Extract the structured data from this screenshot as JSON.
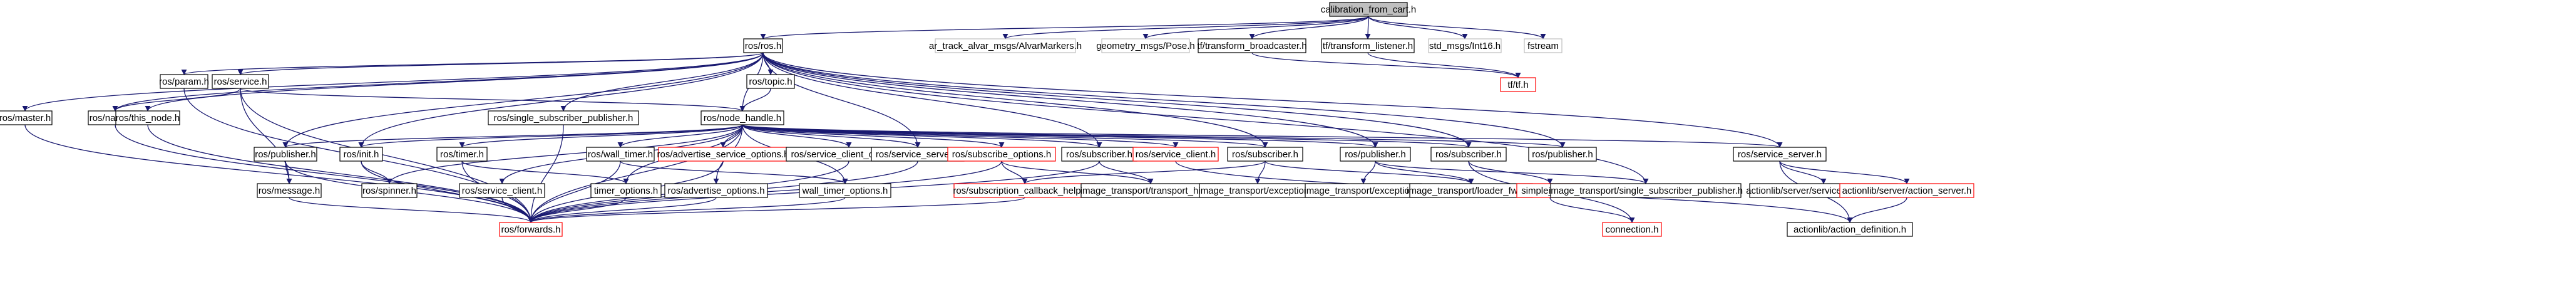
{
  "diagram": {
    "type": "include-dependency-graph",
    "colors": {
      "edge": "#191970",
      "root_fill": "#bfbfbf",
      "node_border": "#000000",
      "missing_border": "#bfbfbf",
      "truncated_border": "#ff0000"
    },
    "nodes": [
      {
        "id": "root",
        "label": "calibration_from_cart.h",
        "kind": "root"
      },
      {
        "id": "ros_ros",
        "label": "ros/ros.h",
        "kind": "normal"
      },
      {
        "id": "ar_track",
        "label": "ar_track_alvar_msgs/AlvarMarkers.h",
        "kind": "missing"
      },
      {
        "id": "geom_pose",
        "label": "geometry_msgs/Pose.h",
        "kind": "missing"
      },
      {
        "id": "tf_broadcaster",
        "label": "tf/transform_broadcaster.h",
        "kind": "normal"
      },
      {
        "id": "tf_listener",
        "label": "tf/transform_listener.h",
        "kind": "normal"
      },
      {
        "id": "std_int16",
        "label": "std_msgs/Int16.h",
        "kind": "missing"
      },
      {
        "id": "fstream",
        "label": "fstream",
        "kind": "missing"
      },
      {
        "id": "tf_tf",
        "label": "tf/tf.h",
        "kind": "truncated"
      },
      {
        "id": "ros_param",
        "label": "ros/param.h",
        "kind": "normal"
      },
      {
        "id": "ros_service",
        "label": "ros/service.h",
        "kind": "normal"
      },
      {
        "id": "ros_topic",
        "label": "ros/topic.h",
        "kind": "normal"
      },
      {
        "id": "ros_master",
        "label": "ros/master.h",
        "kind": "normal"
      },
      {
        "id": "ros_names",
        "label": "ros/names.h",
        "kind": "normal"
      },
      {
        "id": "ros_this_node",
        "label": "ros/this_node.h",
        "kind": "normal"
      },
      {
        "id": "ros_single_sub_pub",
        "label": "ros/single_subscriber_publisher.h",
        "kind": "normal"
      },
      {
        "id": "ros_node_handle",
        "label": "ros/node_handle.h",
        "kind": "normal"
      },
      {
        "id": "ros_publisher",
        "label": "ros/publisher.h",
        "kind": "normal"
      },
      {
        "id": "ros_init",
        "label": "ros/init.h",
        "kind": "normal"
      },
      {
        "id": "ros_timer",
        "label": "ros/timer.h",
        "kind": "normal"
      },
      {
        "id": "ros_wall_timer",
        "label": "ros/wall_timer.h",
        "kind": "normal"
      },
      {
        "id": "ros_adv_srv_opts",
        "label": "ros/advertise_service_options.h",
        "kind": "truncated"
      },
      {
        "id": "ros_srv_client_opts",
        "label": "ros/service_client_options.h",
        "kind": "normal"
      },
      {
        "id": "ros_service_server",
        "label": "ros/service_server.h",
        "kind": "normal"
      },
      {
        "id": "ros_subscribe_opts",
        "label": "ros/subscribe_options.h",
        "kind": "truncated"
      },
      {
        "id": "ros_subscriber",
        "label": "ros/subscriber.h",
        "kind": "normal"
      },
      {
        "id": "ros_service_client",
        "label": "ros/service_client.h",
        "kind": "truncated"
      },
      {
        "id": "ros_subscriber_b",
        "label": "ros/subscriber.h",
        "kind": "normal"
      },
      {
        "id": "ros_publisher_b",
        "label": "ros/publisher.h",
        "kind": "normal"
      },
      {
        "id": "ros_subscriber_c",
        "label": "ros/subscriber.h",
        "kind": "normal"
      },
      {
        "id": "ros_publisher_c",
        "label": "ros/publisher.h",
        "kind": "normal"
      },
      {
        "id": "ros_service_server_b",
        "label": "ros/service_server.h",
        "kind": "normal"
      },
      {
        "id": "ros_message",
        "label": "ros/message.h",
        "kind": "normal"
      },
      {
        "id": "ros_spinner",
        "label": "ros/spinner.h",
        "kind": "normal"
      },
      {
        "id": "ros_service_client_b",
        "label": "ros/service_client.h",
        "kind": "normal"
      },
      {
        "id": "timer_options",
        "label": "timer_options.h",
        "kind": "normal"
      },
      {
        "id": "ros_adv_opts",
        "label": "ros/advertise_options.h",
        "kind": "normal"
      },
      {
        "id": "wall_timer_options",
        "label": "wall_timer_options.h",
        "kind": "normal"
      },
      {
        "id": "ros_sub_cb_helper",
        "label": "ros/subscription_callback_helper.h",
        "kind": "truncated"
      },
      {
        "id": "it_transport_hints",
        "label": "image_transport/transport_hints.h",
        "kind": "normal"
      },
      {
        "id": "it_exception_a",
        "label": "image_transport/exception.h",
        "kind": "normal"
      },
      {
        "id": "it_exception_b",
        "label": "image_transport/exception.h",
        "kind": "normal"
      },
      {
        "id": "it_loader_fwds",
        "label": "image_transport/loader_fwds.h",
        "kind": "normal"
      },
      {
        "id": "simple_filter",
        "label": "simple_filter.h",
        "kind": "truncated"
      },
      {
        "id": "it_single_sub_pub",
        "label": "image_transport/single_subscriber_publisher.h",
        "kind": "normal"
      },
      {
        "id": "al_srv_server_imp",
        "label": "actionlib/server/service_server_imp.h",
        "kind": "normal"
      },
      {
        "id": "al_action_server",
        "label": "actionlib/server/action_server.h",
        "kind": "truncated"
      },
      {
        "id": "ros_forwards",
        "label": "ros/forwards.h",
        "kind": "truncated"
      },
      {
        "id": "connection",
        "label": "connection.h",
        "kind": "truncated"
      },
      {
        "id": "al_action_def",
        "label": "actionlib/action_definition.h",
        "kind": "normal"
      }
    ],
    "edges": [
      [
        "root",
        "ros_ros"
      ],
      [
        "root",
        "ar_track"
      ],
      [
        "root",
        "geom_pose"
      ],
      [
        "root",
        "tf_broadcaster"
      ],
      [
        "root",
        "tf_listener"
      ],
      [
        "root",
        "std_int16"
      ],
      [
        "root",
        "fstream"
      ],
      [
        "tf_broadcaster",
        "tf_tf"
      ],
      [
        "tf_listener",
        "tf_tf"
      ],
      [
        "ros_ros",
        "ros_param"
      ],
      [
        "ros_ros",
        "ros_service"
      ],
      [
        "ros_ros",
        "ros_topic"
      ],
      [
        "ros_ros",
        "ros_master"
      ],
      [
        "ros_ros",
        "ros_names"
      ],
      [
        "ros_ros",
        "ros_this_node"
      ],
      [
        "ros_ros",
        "ros_single_sub_pub"
      ],
      [
        "ros_ros",
        "ros_node_handle"
      ],
      [
        "ros_ros",
        "ros_publisher"
      ],
      [
        "ros_ros",
        "ros_init"
      ],
      [
        "ros_ros",
        "ros_service_server"
      ],
      [
        "ros_ros",
        "ros_subscriber"
      ],
      [
        "ros_ros",
        "ros_subscriber_b"
      ],
      [
        "ros_ros",
        "ros_publisher_b"
      ],
      [
        "ros_ros",
        "ros_subscriber_c"
      ],
      [
        "ros_ros",
        "ros_publisher_c"
      ],
      [
        "ros_ros",
        "ros_service_server_b"
      ],
      [
        "ros_ros",
        "it_single_sub_pub"
      ],
      [
        "ros_service",
        "ros_names"
      ],
      [
        "ros_service",
        "ros_node_handle"
      ],
      [
        "ros_service",
        "ros_message"
      ],
      [
        "ros_service",
        "ros_forwards"
      ],
      [
        "ros_topic",
        "ros_node_handle"
      ],
      [
        "ros_param",
        "ros_forwards"
      ],
      [
        "ros_master",
        "ros_forwards"
      ],
      [
        "ros_names",
        "ros_forwards"
      ],
      [
        "ros_this_node",
        "ros_forwards"
      ],
      [
        "ros_single_sub_pub",
        "ros_forwards"
      ],
      [
        "ros_node_handle",
        "ros_publisher"
      ],
      [
        "ros_node_handle",
        "ros_init"
      ],
      [
        "ros_node_handle",
        "ros_timer"
      ],
      [
        "ros_node_handle",
        "ros_wall_timer"
      ],
      [
        "ros_node_handle",
        "ros_adv_srv_opts"
      ],
      [
        "ros_node_handle",
        "ros_srv_client_opts"
      ],
      [
        "ros_node_handle",
        "ros_service_server"
      ],
      [
        "ros_node_handle",
        "ros_subscribe_opts"
      ],
      [
        "ros_node_handle",
        "ros_subscriber"
      ],
      [
        "ros_node_handle",
        "ros_service_client"
      ],
      [
        "ros_node_handle",
        "ros_subscriber_b"
      ],
      [
        "ros_node_handle",
        "ros_publisher_b"
      ],
      [
        "ros_node_handle",
        "ros_subscriber_c"
      ],
      [
        "ros_node_handle",
        "ros_publisher_c"
      ],
      [
        "ros_node_handle",
        "ros_service_server_b"
      ],
      [
        "ros_node_handle",
        "ros_spinner"
      ],
      [
        "ros_node_handle",
        "ros_service_client_b"
      ],
      [
        "ros_node_handle",
        "timer_options"
      ],
      [
        "ros_node_handle",
        "ros_adv_opts"
      ],
      [
        "ros_node_handle",
        "wall_timer_options"
      ],
      [
        "ros_node_handle",
        "ros_forwards"
      ],
      [
        "ros_publisher",
        "ros_message"
      ],
      [
        "ros_publisher",
        "ros_forwards"
      ],
      [
        "ros_init",
        "ros_spinner"
      ],
      [
        "ros_init",
        "ros_forwards"
      ],
      [
        "ros_timer",
        "timer_options"
      ],
      [
        "ros_timer",
        "ros_forwards"
      ],
      [
        "ros_wall_timer",
        "wall_timer_options"
      ],
      [
        "ros_wall_timer",
        "ros_forwards"
      ],
      [
        "ros_srv_client_opts",
        "ros_forwards"
      ],
      [
        "ros_service_server",
        "ros_forwards"
      ],
      [
        "ros_adv_srv_opts",
        "ros_forwards"
      ],
      [
        "ros_subscribe_opts",
        "ros_sub_cb_helper"
      ],
      [
        "ros_subscribe_opts",
        "it_transport_hints"
      ],
      [
        "ros_subscribe_opts",
        "ros_forwards"
      ],
      [
        "ros_subscriber",
        "it_transport_hints"
      ],
      [
        "ros_subscriber",
        "ros_forwards"
      ],
      [
        "ros_service_client",
        "al_action_def"
      ],
      [
        "ros_subscriber_b",
        "it_exception_a"
      ],
      [
        "ros_subscriber_b",
        "it_loader_fwds"
      ],
      [
        "ros_subscriber_b",
        "ros_sub_cb_helper"
      ],
      [
        "ros_publisher_b",
        "it_exception_b"
      ],
      [
        "ros_publisher_b",
        "it_loader_fwds"
      ],
      [
        "ros_publisher_b",
        "it_single_sub_pub"
      ],
      [
        "ros_subscriber_c",
        "simple_filter"
      ],
      [
        "ros_subscriber_c",
        "connection"
      ],
      [
        "ros_service_server_b",
        "al_srv_server_imp"
      ],
      [
        "ros_service_server_b",
        "al_action_server"
      ],
      [
        "ros_service_server_b",
        "al_action_def"
      ],
      [
        "al_action_server",
        "al_action_def"
      ],
      [
        "simple_filter",
        "connection"
      ],
      [
        "ros_sub_cb_helper",
        "ros_forwards"
      ],
      [
        "ros_adv_opts",
        "ros_forwards"
      ],
      [
        "timer_options",
        "ros_forwards"
      ],
      [
        "wall_timer_options",
        "ros_forwards"
      ],
      [
        "ros_service_client_b",
        "ros_forwards"
      ],
      [
        "ros_message",
        "ros_forwards"
      ]
    ]
  }
}
